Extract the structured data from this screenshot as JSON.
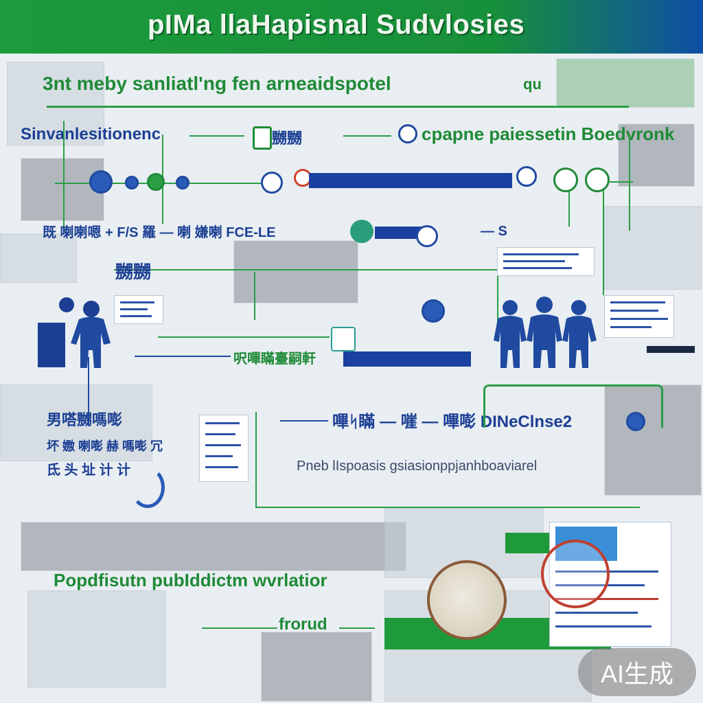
{
  "header": {
    "title": "pIMa  llaHapisnal Sudvlosies"
  },
  "diagram": {
    "subtitle": "3nt meby sanliatl'ng fen arneaidspotel",
    "subtitle_right": "qu",
    "left_label": "Sinvanlesitionenc",
    "right_label": "cpapne paiessetin Boedvronk",
    "row_label": "既 喇喇嗯 + F/S 羅 — 喇 嫌喇 FCE-LE",
    "dash_label": "— S",
    "box_header": "嬲嬲",
    "process_label": "呎嗶瞞臺嗣軒",
    "mid_left_1": "男嗒嬲嗎嘭 ",
    "mid_left_2": "坏 嫐 喇嘭 赫 嗎嘭 冗",
    "mid_left_3": "氐 头 址 计 计",
    "center_label": "嗶ᛋ瞞 — 嘊 — 嗶嘭 DINeClnse2",
    "center_sub": "Pneb lIspoasis gsiasionppjanhboaviarel",
    "bottom_title": "Popdfisutn pubIddictm wvrlatior",
    "bottom_sub": "frorud"
  },
  "watermark": "AI生成",
  "colors": {
    "brand_green": "#1f8a36",
    "brand_blue": "#1c3f94"
  }
}
